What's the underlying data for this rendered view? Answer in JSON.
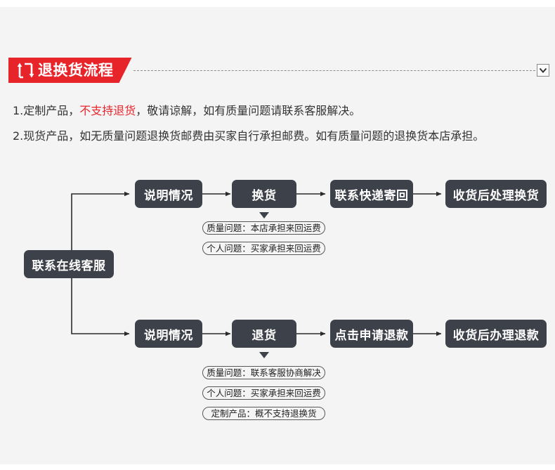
{
  "header": {
    "title": "退换货流程",
    "icon": "return-exchange-arrows-icon",
    "accent_color": "#e8242b",
    "collapse_icon": "chevron-down-icon"
  },
  "notes": [
    {
      "prefix": "1.定制产品，",
      "highlight": "不支持退货",
      "suffix": "，敬请谅解，如有质量问题请联系客服解决。",
      "highlight_color": "#e8242b"
    },
    {
      "prefix": "2.现货产品，如无质量问题退换货邮费由买家自行承担邮费。如有质量问题的退换货本店承担。",
      "highlight": "",
      "suffix": "",
      "highlight_color": "#333333"
    }
  ],
  "flow": {
    "node_color": "#3d4149",
    "root": "联系在线客服",
    "exchange_branch": {
      "steps": [
        "说明情况",
        "换货",
        "联系快递寄回",
        "收货后处理换货"
      ],
      "notes": [
        "质量问题：本店承担来回运费",
        "个人问题：买家承担来回运费"
      ]
    },
    "refund_branch": {
      "steps": [
        "说明情况",
        "退货",
        "点击申请退款",
        "收货后办理退款"
      ],
      "notes": [
        "质量问题：联系客服协商解决",
        "个人问题：买家承担来回运费",
        "定制产品：概不支持退换货"
      ]
    }
  }
}
